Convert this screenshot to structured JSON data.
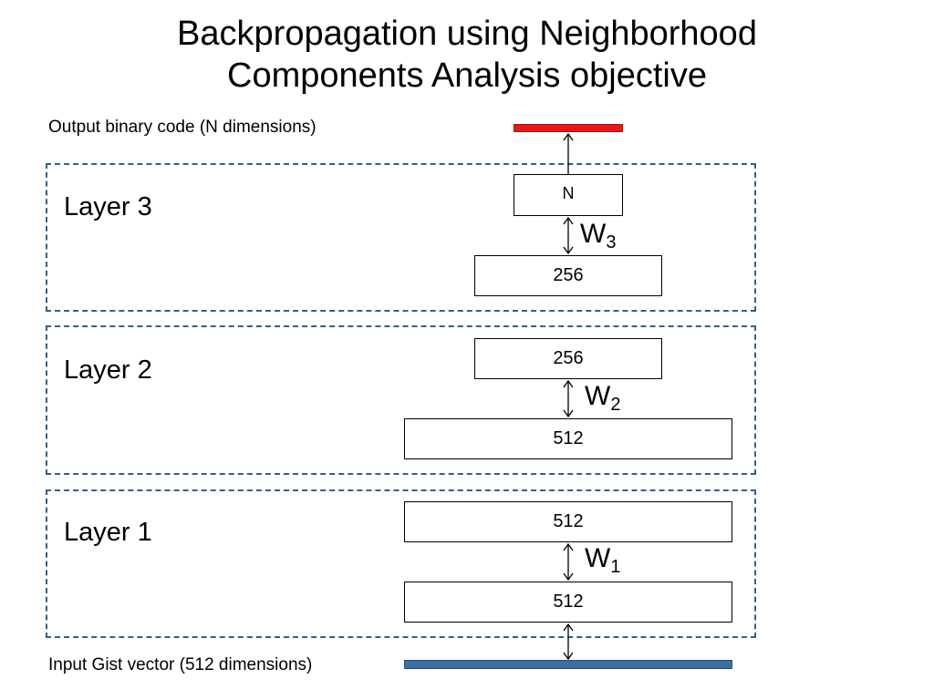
{
  "title": {
    "line1": "Backpropagation using Neighborhood",
    "line2": "Components Analysis objective"
  },
  "output_label": "Output binary code (N dimensions)",
  "input_label": "Input Gist vector (512 dimensions)",
  "colors": {
    "output_bar": "#e31b1b",
    "input_bar": "#3f6ea5",
    "dashed_border": "#3a5d8a"
  },
  "layers": [
    {
      "label": "Layer 3",
      "top_unit": "N",
      "bottom_unit": "256",
      "weight": "W",
      "weight_sub": "3"
    },
    {
      "label": "Layer 2",
      "top_unit": "256",
      "bottom_unit": "512",
      "weight": "W",
      "weight_sub": "2"
    },
    {
      "label": "Layer 1",
      "top_unit": "512",
      "bottom_unit": "512",
      "weight": "W",
      "weight_sub": "1"
    }
  ]
}
